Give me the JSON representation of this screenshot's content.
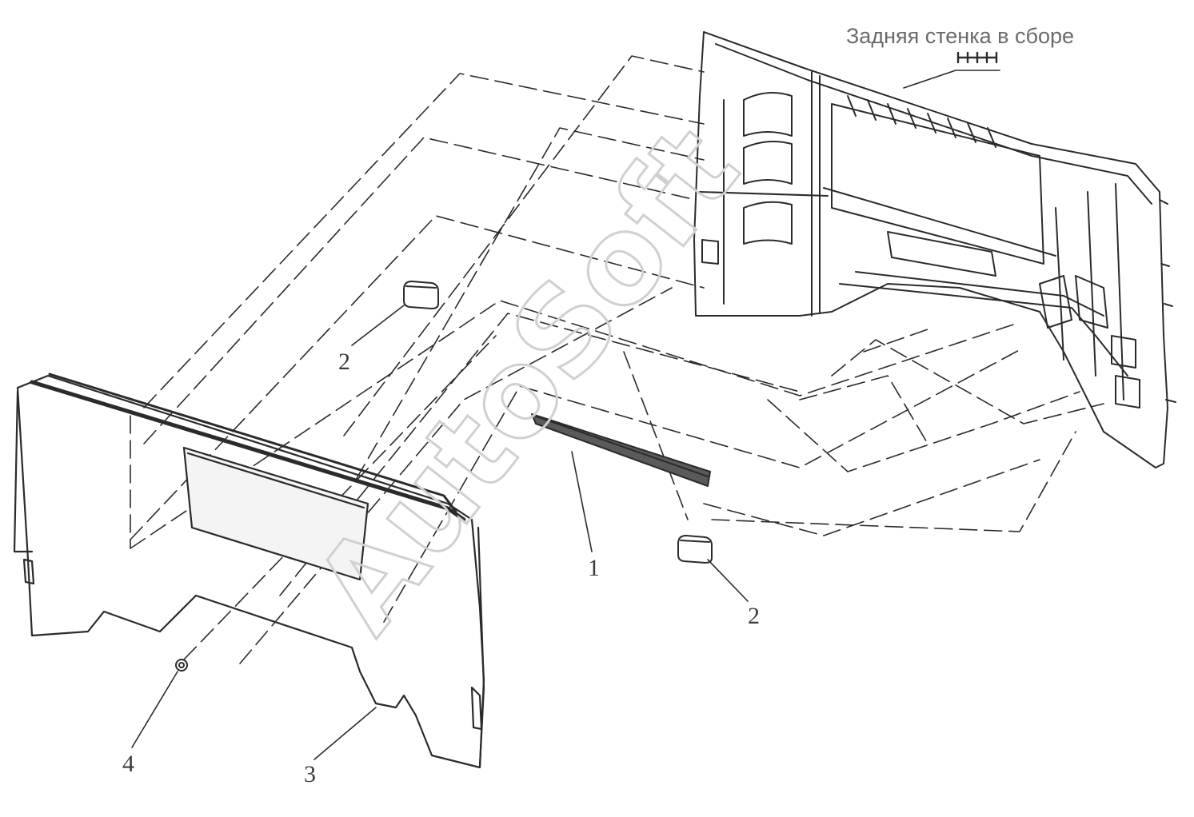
{
  "assembly_label": "Задняя стенка в сборе",
  "callouts": [
    {
      "id": "callout-1",
      "number": "1"
    },
    {
      "id": "callout-2-upper",
      "number": "2"
    },
    {
      "id": "callout-2-lower",
      "number": "2"
    },
    {
      "id": "callout-3",
      "number": "3"
    },
    {
      "id": "callout-4",
      "number": "4"
    }
  ],
  "watermark": "AutoSoft",
  "colors": {
    "line": "#2b2b2b",
    "title_text": "#6b6b6b",
    "watermark_outline": "#d0d0d0"
  }
}
